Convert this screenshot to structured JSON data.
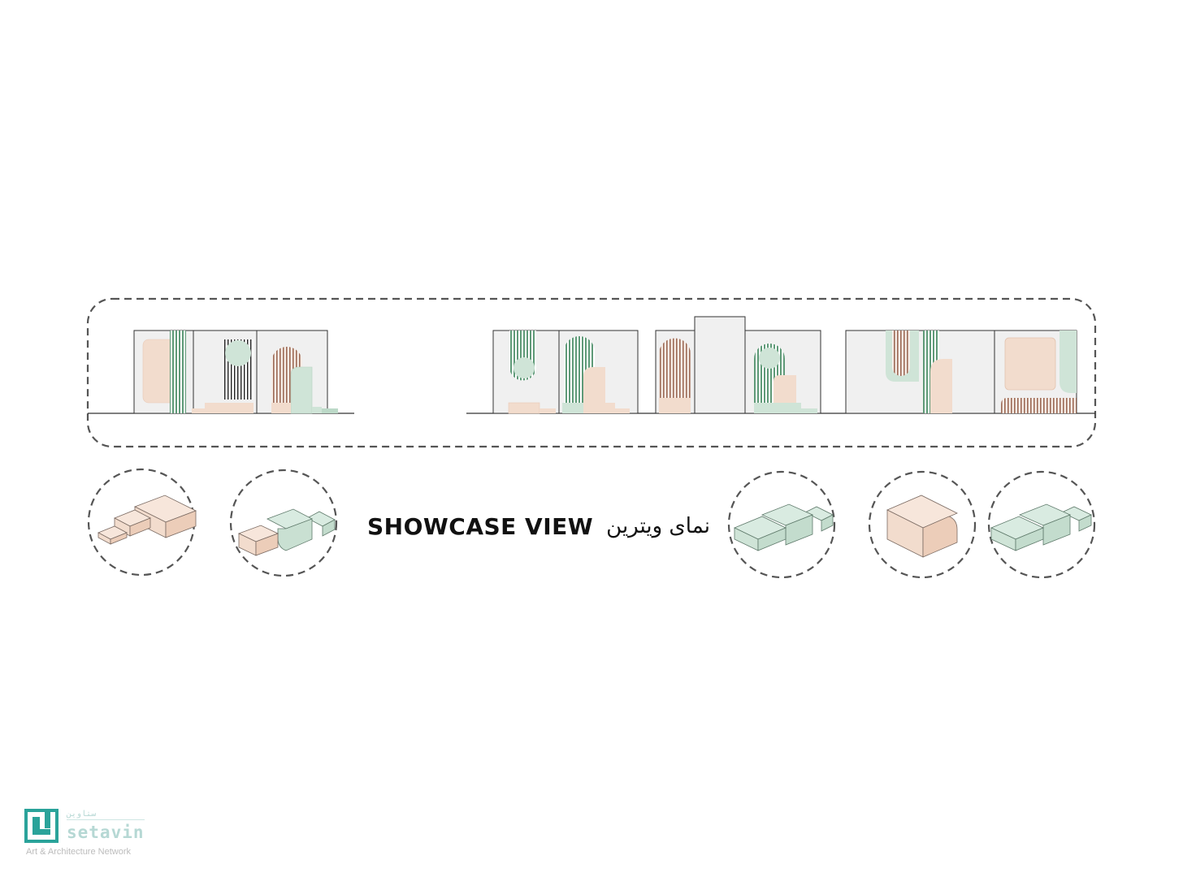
{
  "title": {
    "english": "SHOWCASE VIEW",
    "persian": "نمای ویترین"
  },
  "logo": {
    "mark_icon": "setavin-logo-icon",
    "small_text": "ستاوین",
    "name": "setavin",
    "tagline": "Art & Architecture Network"
  },
  "colors": {
    "pink": "#f2dccd",
    "green": "#cfe4d7",
    "dark_green": "#6aa281",
    "brown": "#9c6a55",
    "wall": "#f0f0f0",
    "outline": "#333333",
    "dash": "#555555",
    "logo_teal": "#2aa39a"
  },
  "storefronts": [
    "storefront-1",
    "storefront-2",
    "storefront-3",
    "storefront-4"
  ],
  "volume_details": [
    "massing-detail-1",
    "massing-detail-2",
    "massing-detail-3",
    "massing-detail-4",
    "massing-detail-5"
  ]
}
